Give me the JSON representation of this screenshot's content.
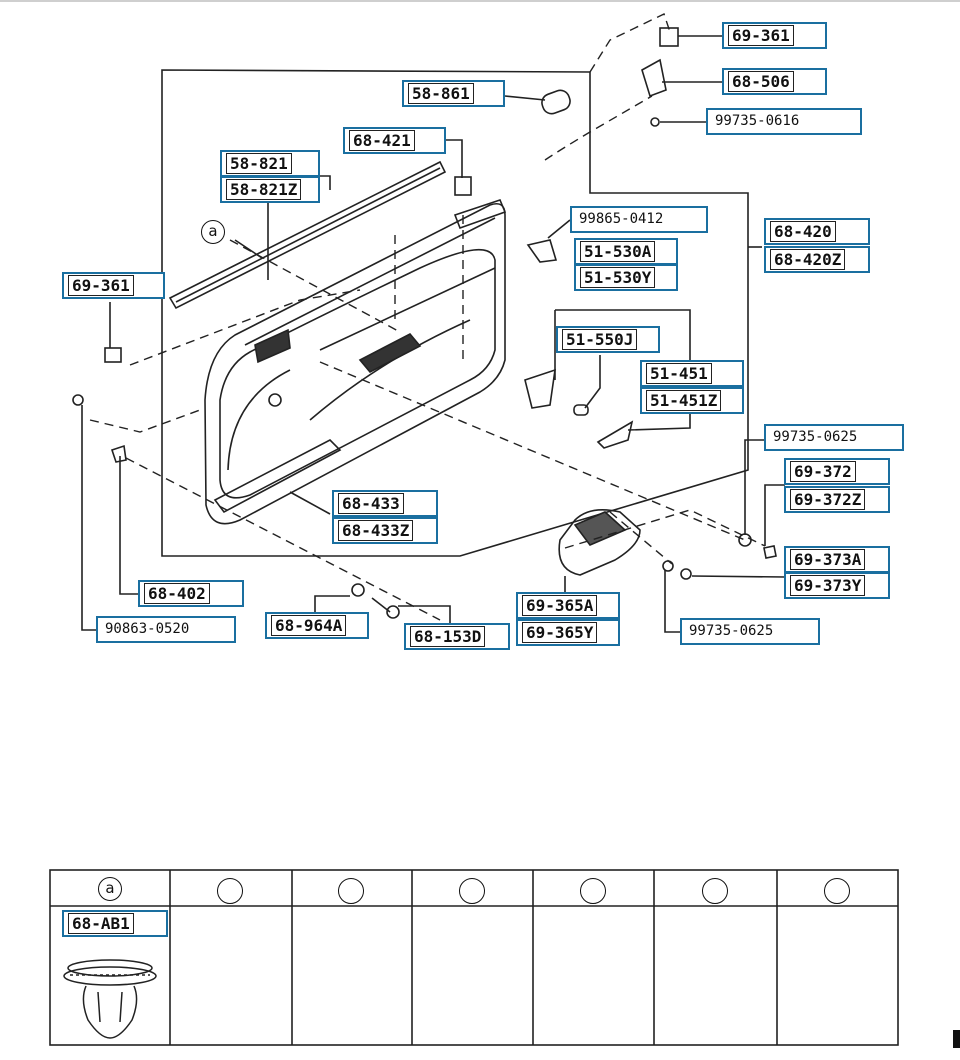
{
  "callouts": {
    "c1": "69-361",
    "c2": "68-506",
    "c3": "99735-0616",
    "c4": "58-861",
    "c5": "68-421",
    "c6": "58-821",
    "c7": "58-821Z",
    "c8": "99865-0412",
    "c9": "51-530A",
    "c10": "51-530Y",
    "c11": "68-420",
    "c12": "68-420Z",
    "c13": "69-361",
    "c14": "51-550J",
    "c15": "51-451",
    "c16": "51-451Z",
    "c17": "99735-0625",
    "c18": "69-372",
    "c19": "69-372Z",
    "c20": "68-433",
    "c21": "68-433Z",
    "c22": "69-373A",
    "c23": "69-373Y",
    "c24": "68-402",
    "c25": "69-365A",
    "c26": "69-365Y",
    "c27": "99735-0625",
    "c28": "68-964A",
    "c29": "68-153D",
    "c30": "90863-0520"
  },
  "ref_letter": "a",
  "legend": {
    "header_letter": "a",
    "part": "68-AB1"
  }
}
